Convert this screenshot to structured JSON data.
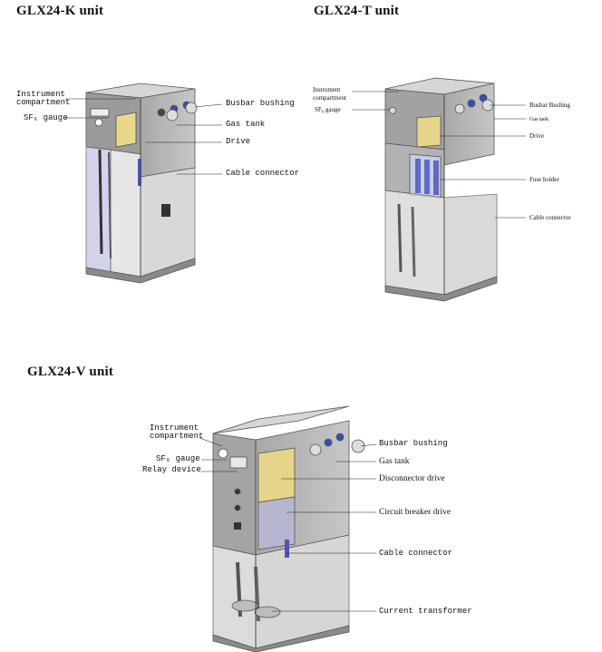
{
  "units": [
    {
      "title": "GLX24-K unit",
      "labels": {
        "instrument_compartment": "Instrument\ncompartment",
        "sf6_gauge": "SF₆ gauge",
        "busbar_bushing": "Busbar bushing",
        "gas_tank": "Gas tank",
        "drive": "Drive",
        "cable_connector": "Cable connector"
      }
    },
    {
      "title": "GLX24-T unit",
      "labels": {
        "instrument_compartment": "Instrument\ncompartment",
        "sf6_gauge": "SF₆ gauge",
        "busbar_bushing": "Busbar Bushing",
        "gas_tank": "Gas tank",
        "drive": "Drive",
        "fuse_holder": "Fuse holder",
        "cable_connector": "Cable connector"
      }
    },
    {
      "title": "GLX24-V unit",
      "labels": {
        "instrument_compartment": "Instrument\ncompartment",
        "sf6_gauge": "SF₆ gauge",
        "relay_device": "Relay device",
        "busbar_bushing": "Busbar bushing",
        "gas_tank": "Gas tank",
        "disconnector_drive": "Disconnector drive",
        "circuit_breaker_drive": "Circuit breaker drive",
        "cable_connector": "Cable connector",
        "current_transformer": "Current transformer"
      }
    }
  ]
}
